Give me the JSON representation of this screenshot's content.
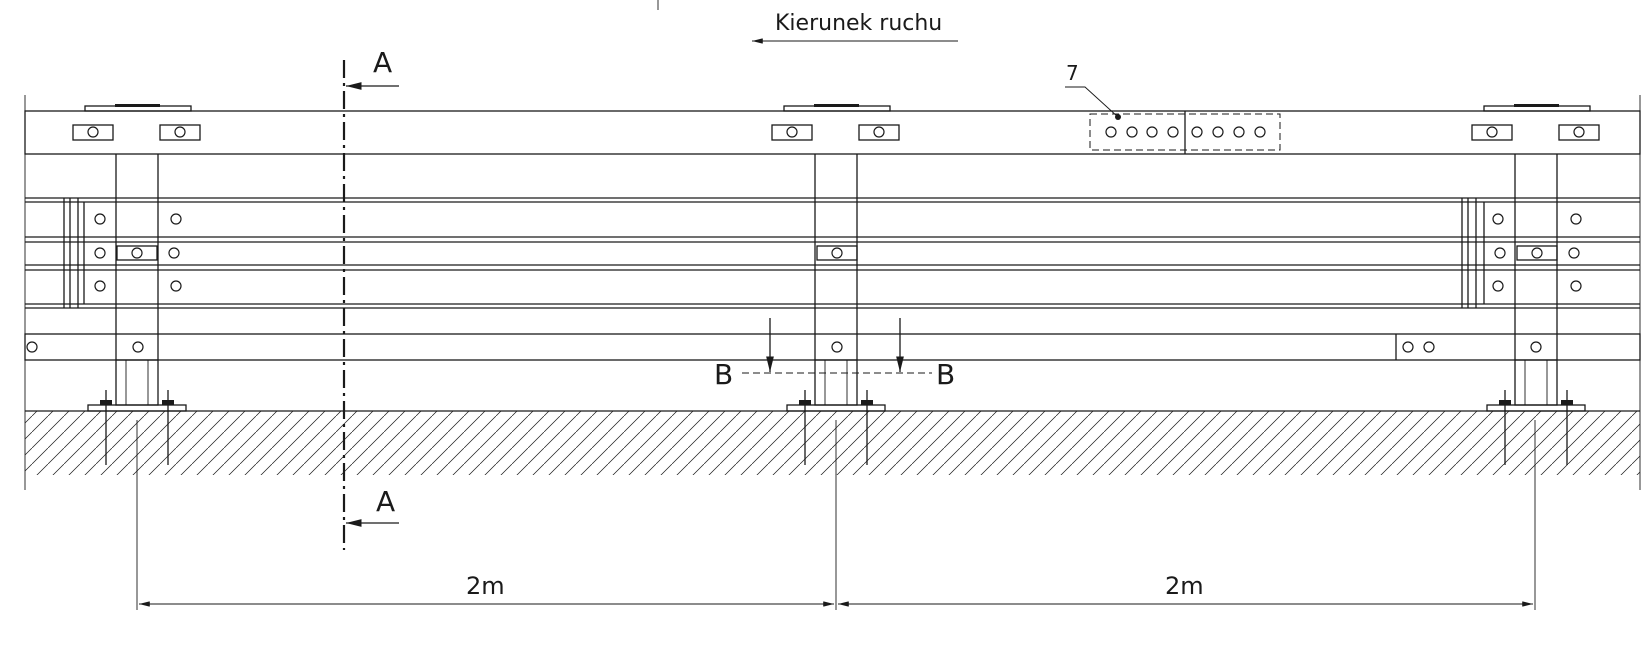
{
  "labels": {
    "direction": "Kierunek ruchu",
    "section_a_top": "A",
    "section_a_bottom": "A",
    "section_b_left": "B",
    "section_b_right": "B",
    "callout_7": "7",
    "dim_left": "2m",
    "dim_right": "2m"
  },
  "colors": {
    "line": "#1a1a1a",
    "background": "#ffffff"
  }
}
